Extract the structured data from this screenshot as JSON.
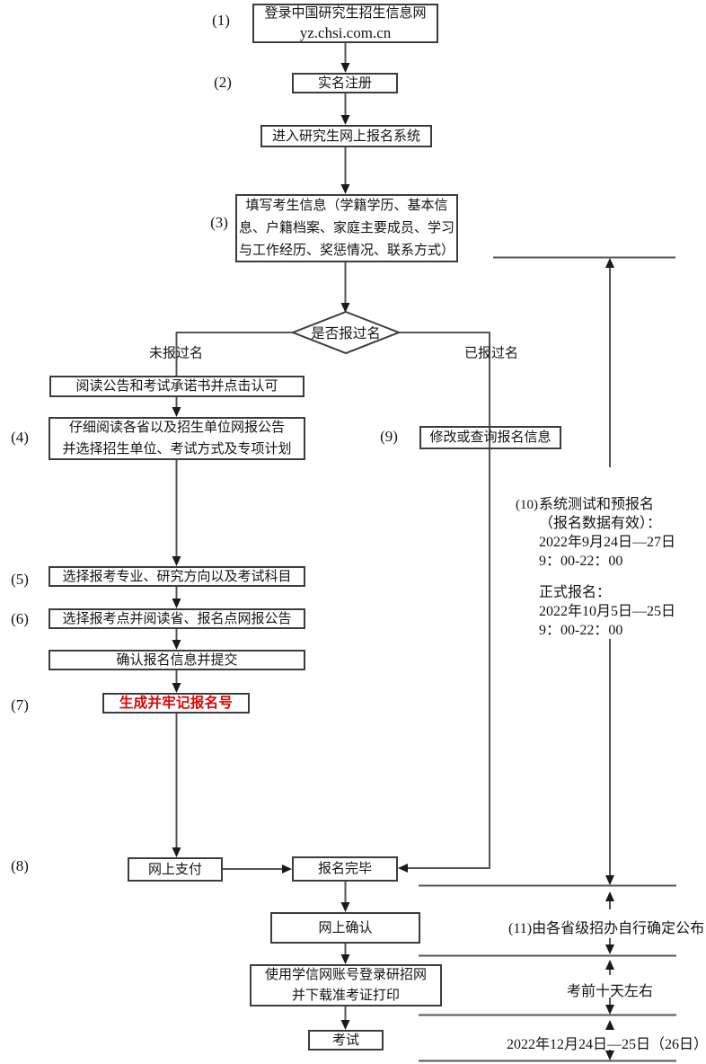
{
  "colors": {
    "highlight_red": "#e60000",
    "line_gray": "#555555",
    "border_dark": "#3c3c3c",
    "text": "#141414"
  },
  "steps": {
    "s1": "(1)",
    "s2": "(2)",
    "s3": "(3)",
    "s4": "(4)",
    "s5": "(5)",
    "s6": "(6)",
    "s7": "(7)",
    "s8": "(8)",
    "s9": "(9)"
  },
  "nodes": {
    "login": {
      "line1": "登录中国研究生招生信息网",
      "line2": "yz.chsi.com.cn"
    },
    "register": {
      "label": "实名注册"
    },
    "enter_system": {
      "label": "进入研究生网上报名系统"
    },
    "fill_info": {
      "line1": "填写考生信息（学籍学历、基本信",
      "line2": "息、户籍档案、家庭主要成员、学习",
      "line3": "与工作经历、奖惩情况、联系方式）"
    },
    "decision": {
      "label": "是否报过名"
    },
    "branch_no": {
      "label": "未报过名"
    },
    "branch_yes": {
      "label": "已报过名"
    },
    "read_notice": {
      "label": "阅读公告和考试承诺书并点击认可"
    },
    "read_province": {
      "line1": "仔细阅读各省以及招生单位网报公告",
      "line2": "并选择招生单位、考试方式及专项计划"
    },
    "choose_major": {
      "label": "选择报考专业、研究方向以及考试科目"
    },
    "choose_site": {
      "label": "选择报考点并阅读省、报名点网报公告"
    },
    "confirm_submit": {
      "label": "确认报名信息并提交"
    },
    "gen_number": {
      "label": "生成并牢记报名号"
    },
    "pay_online": {
      "label": "网上支付"
    },
    "complete": {
      "label": "报名完毕"
    },
    "modify_query": {
      "label": "修改或查询报名信息"
    },
    "confirm_online": {
      "label": "网上确认"
    },
    "download_print": {
      "line1": "使用学信网账号登录研招网",
      "line2": "并下载准考证打印"
    },
    "exam": {
      "label": "考试"
    }
  },
  "timeline": {
    "pre_register": {
      "num": "(10)",
      "line1": "系统测试和预报名",
      "line2": "（报名数据有效）：",
      "line3": "2022年9月24日—27日",
      "line4": "9：00-22：00",
      "line5": "正式报名：",
      "line6": "2022年10月5日—25日",
      "line7": "9：00-22：00"
    },
    "announce": {
      "num": "(11)",
      "text": "由各省级招办自行确定公布"
    },
    "before_exam": {
      "text": "考前十天左右"
    },
    "exam_date": {
      "text": "2022年12月24日—25日（26日）"
    }
  }
}
